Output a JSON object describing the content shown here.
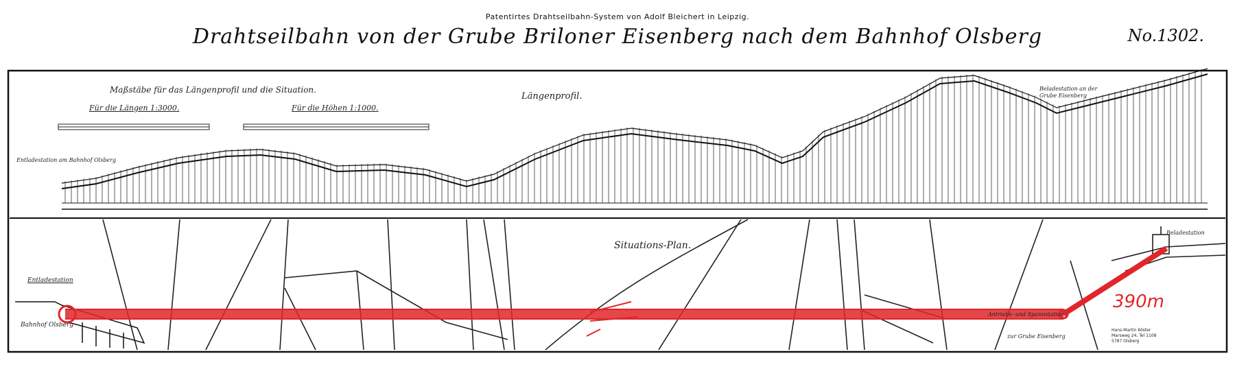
{
  "header": {
    "subtitle": "Patentirtes Drahtseilbahn-System von Adolf Bleichert in Leipzig.",
    "title": "Drahtseilbahn von der Grube Briloner Eisenberg nach dem Bahnhof Olsberg",
    "drawing_number": "No.1302."
  },
  "profile": {
    "scale_heading": "Maßstäbe für das Längenprofil und die Situation.",
    "scale_length_label": "Für die Längen 1:3000.",
    "scale_height_label": "Für die Höhen 1:1000.",
    "heading": "Längenprofil.",
    "left_station": "Entladestation am Bahnhof Olsberg",
    "right_station": "Beladestation an der",
    "right_station_2": "Grube Eisenberg"
  },
  "plan": {
    "heading": "Situations-Plan.",
    "left_station": "Entladestation",
    "left_station_2": "Bahnhof Olsberg",
    "right_station": "Beladestation",
    "right_note_1": "Antriebs- und Spannstation",
    "right_note_2": "zur Grube Eisenberg",
    "distance_label": "390m",
    "annotation_color": "#e0262a"
  },
  "stamp": {
    "line1": "Hans-Martin Köster",
    "line2": "Marsweg 24, Tel 1108",
    "line3": "5787 Olsberg"
  }
}
